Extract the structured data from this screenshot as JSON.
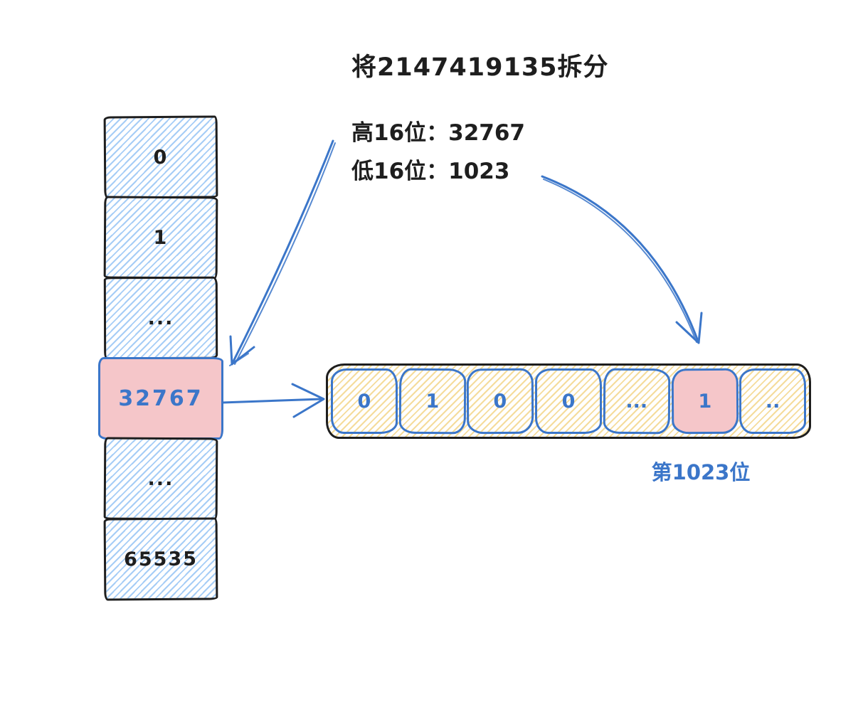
{
  "title": "将2147419135拆分",
  "annotation": {
    "high_label": "高16位：32767",
    "low_label": "低16位：1023"
  },
  "array_column": {
    "cells": [
      {
        "label": "0",
        "highlighted": false
      },
      {
        "label": "1",
        "highlighted": false
      },
      {
        "label": "...",
        "highlighted": false
      },
      {
        "label": "32767",
        "highlighted": true
      },
      {
        "label": "...",
        "highlighted": false
      },
      {
        "label": "65535",
        "highlighted": false
      }
    ]
  },
  "bit_row": {
    "cells": [
      {
        "label": "0",
        "highlighted": false
      },
      {
        "label": "1",
        "highlighted": false
      },
      {
        "label": "0",
        "highlighted": false
      },
      {
        "label": "0",
        "highlighted": false
      },
      {
        "label": "...",
        "highlighted": false
      },
      {
        "label": "1",
        "highlighted": true
      },
      {
        "label": "..",
        "highlighted": false
      }
    ],
    "position_label": "第1023位"
  },
  "colors": {
    "stroke_black": "#1e1e1e",
    "stroke_blue": "#3b76c9",
    "hatch_blue": "#96c4f5",
    "hatch_yellow": "#f3d68a",
    "fill_pink": "#f5c6c9",
    "background": "#ffffff"
  }
}
